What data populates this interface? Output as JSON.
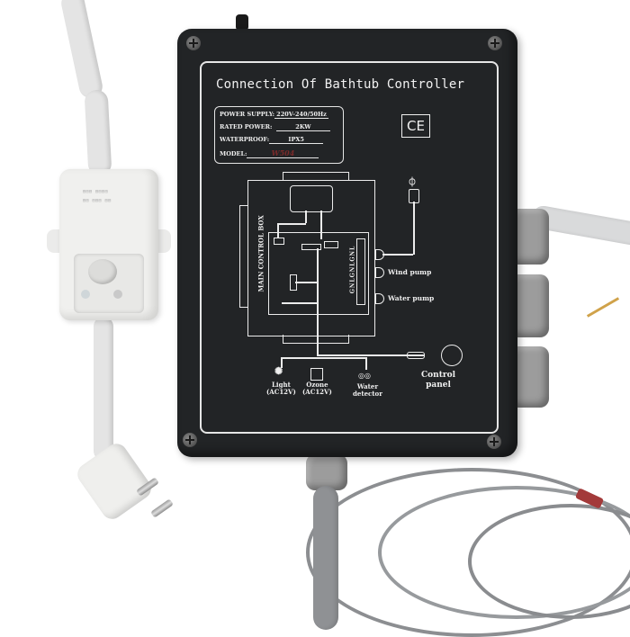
{
  "image": {
    "description": "Product photo of a black bathtub controller box with wiring diagram label, a white RCD plug cable on the left and grey cables on the right/bottom"
  },
  "label": {
    "title": "Connection Of Bathtub Controller",
    "specs": [
      {
        "key": "POWER SUPPLY:",
        "value": "220V-240/50Hz"
      },
      {
        "key": "RATED POWER:",
        "value": "2KW"
      },
      {
        "key": "WATERPROOF:",
        "value": "IPX5"
      },
      {
        "key": "MODEL:",
        "value": "W504"
      }
    ],
    "certification": "CE"
  },
  "diagram": {
    "main_box_label": "MAIN CONTROL BOX",
    "terminal_labels": "GNLGNLGNL",
    "outputs": [
      {
        "label": "Wind pump"
      },
      {
        "label": "Water pump"
      }
    ],
    "accessories": [
      {
        "label_line1": "Light",
        "label_line2": "(AC12V)"
      },
      {
        "label_line1": "Ozone",
        "label_line2": "(AC12V)"
      },
      {
        "label_line1": "Water",
        "label_line2": "detector"
      },
      {
        "label_line1": "Control",
        "label_line2": "panel"
      }
    ]
  },
  "colors": {
    "box": "#222426",
    "label_lines": "#ececec",
    "cable_grey": "#9c9c9c",
    "plug_white": "#f0f0ee"
  }
}
